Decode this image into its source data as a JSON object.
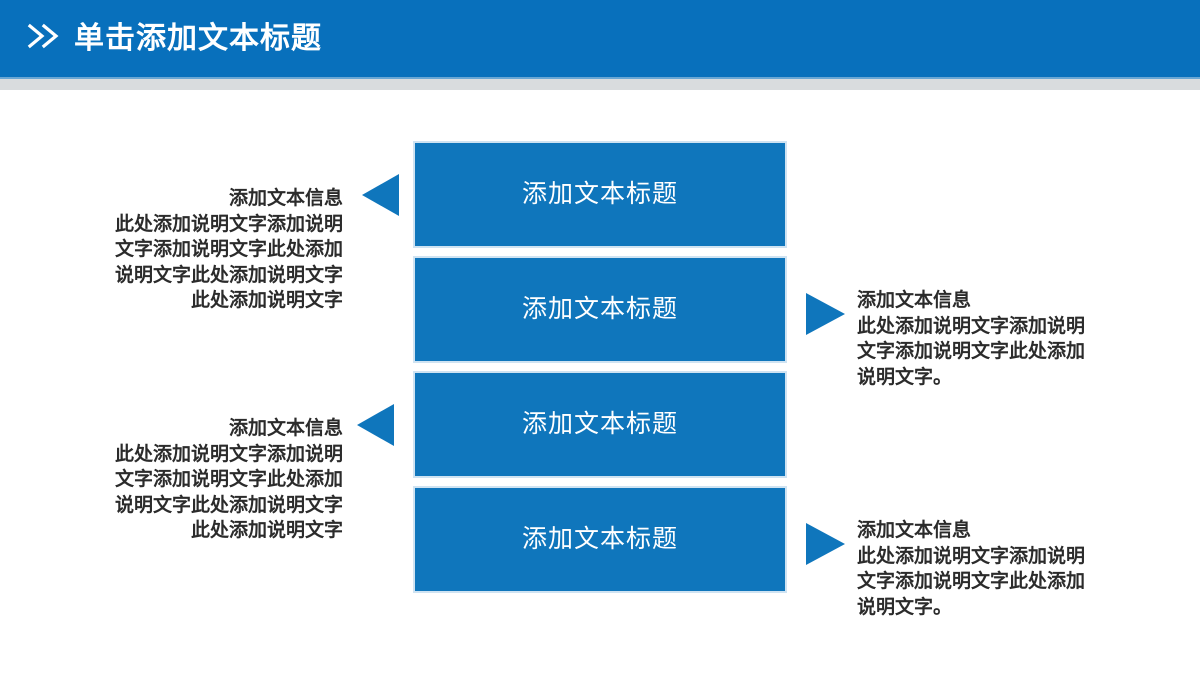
{
  "header": {
    "icon": "double-chevron-right-icon",
    "title": "单击添加文本标题",
    "bg_color": "#0870bc",
    "text_color": "#ffffff",
    "band_color": "#d9dcde"
  },
  "theme": {
    "box_fill": "#0f76bc",
    "box_border": "#cfe3f2",
    "arrow_color": "#0f76bc",
    "body_text_color": "#2b2b2b",
    "page_bg": "#ffffff"
  },
  "boxes": [
    {
      "label": "添加文本标题"
    },
    {
      "label": "添加文本标题"
    },
    {
      "label": "添加文本标题"
    },
    {
      "label": "添加文本标题"
    }
  ],
  "arrows": [
    {
      "name": "arrow-left-top",
      "direction": "left"
    },
    {
      "name": "arrow-left-bottom",
      "direction": "left"
    },
    {
      "name": "arrow-right-top",
      "direction": "right"
    },
    {
      "name": "arrow-right-bottom",
      "direction": "right"
    }
  ],
  "callouts": {
    "left_top": {
      "title": "添加文本信息",
      "lines": [
        "此处添加说明文字添加说明",
        "文字添加说明文字此处添加",
        "说明文字此处添加说明文字",
        "此处添加说明文字"
      ]
    },
    "left_bottom": {
      "title": "添加文本信息",
      "lines": [
        "此处添加说明文字添加说明",
        "文字添加说明文字此处添加",
        "说明文字此处添加说明文字",
        "此处添加说明文字"
      ]
    },
    "right_top": {
      "title": "添加文本信息",
      "lines": [
        "此处添加说明文字添加说明",
        "文字添加说明文字此处添加",
        "说明文字。"
      ]
    },
    "right_bottom": {
      "title": "添加文本信息",
      "lines": [
        "此处添加说明文字添加说明",
        "文字添加说明文字此处添加",
        "说明文字。"
      ]
    }
  }
}
